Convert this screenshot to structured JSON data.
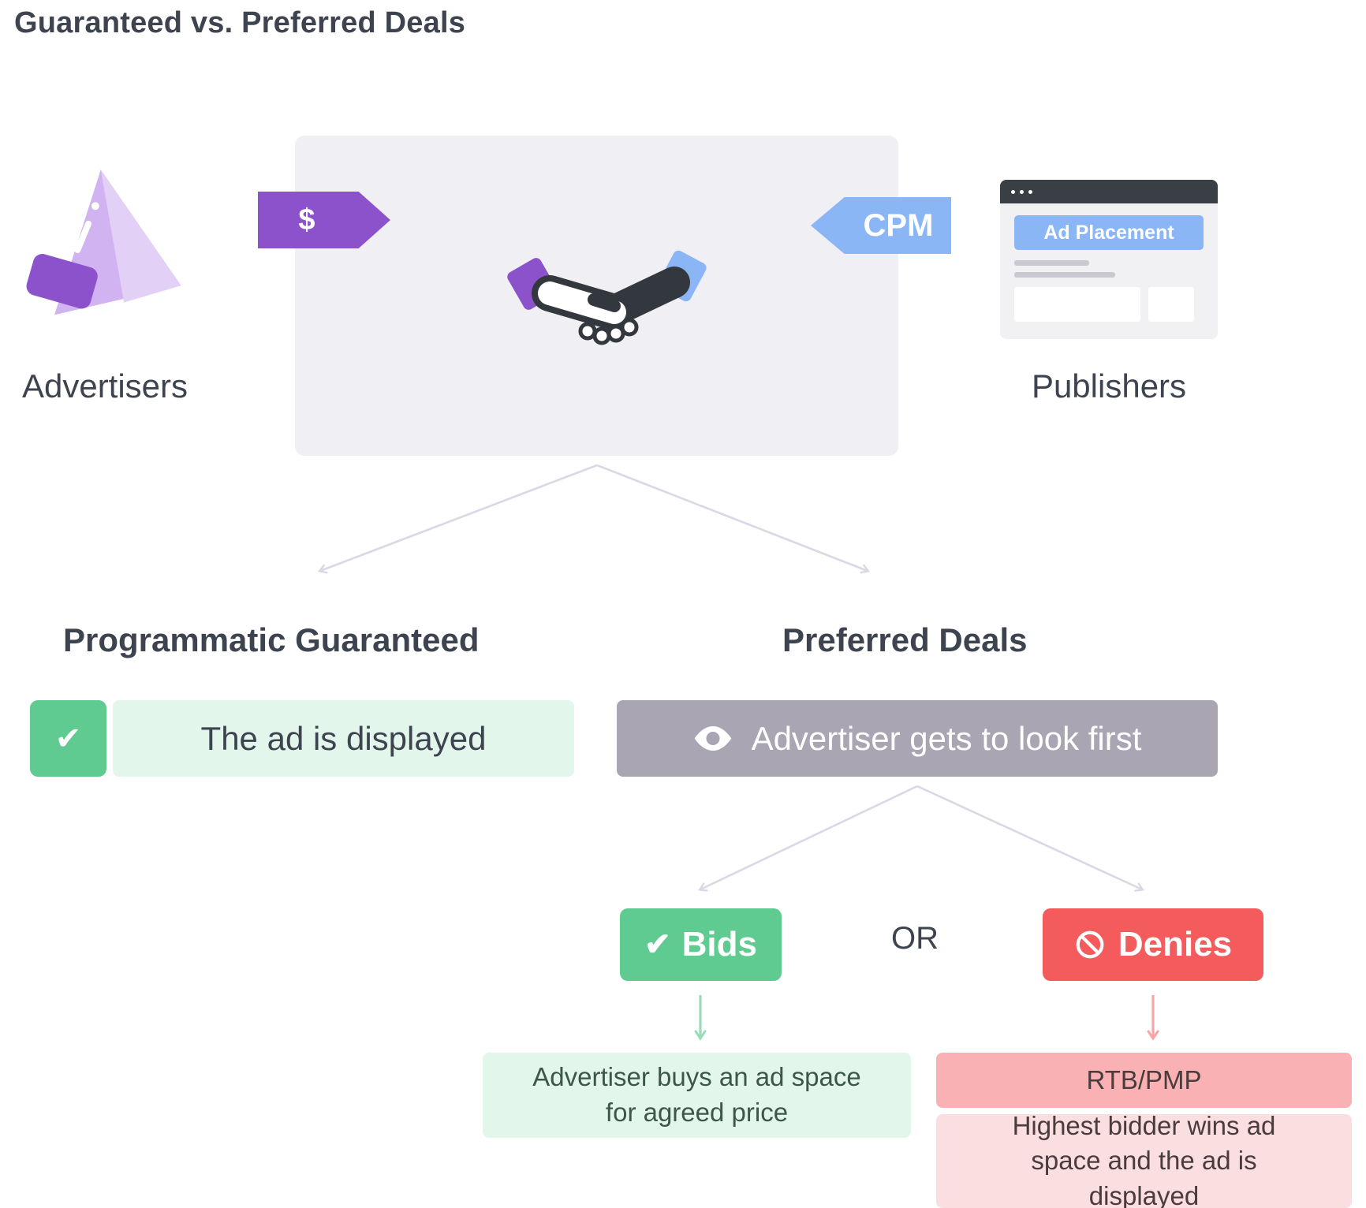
{
  "title": "Guaranteed vs. Preferred Deals",
  "parties": {
    "advertisers": "Advertisers",
    "publishers": "Publishers"
  },
  "deal": {
    "price_tag": "$",
    "cpm_tag": "CPM",
    "ad_placement": "Ad Placement"
  },
  "left_branch": {
    "heading": "Programmatic Guaranteed",
    "result": "The ad is displayed"
  },
  "right_branch": {
    "heading": "Preferred Deals",
    "first_look": "Advertiser gets to look first",
    "bids": "Bids",
    "or": "OR",
    "denies": "Denies",
    "bids_outcome": "Advertiser buys an ad space for agreed price",
    "denies_outcome_title": "RTB/PMP",
    "denies_outcome_text": "Highest bidder wins ad space and the ad is displayed"
  },
  "icons": {
    "check": "✔"
  },
  "colors": {
    "text_dark": "#3d4450",
    "purple": "#8c52cc",
    "light_purple": "#d2b3f1",
    "blue": "#8ab6f6",
    "gray_panel": "#f0eff3",
    "green": "#60cb90",
    "light_green": "#e3f6ec",
    "gray_bar": "#a9a5b3",
    "red": "#f45b5d",
    "pink": "#f9b1b3",
    "light_pink": "#fbdfe0",
    "arrow_lavender": "#dbd8e6"
  }
}
